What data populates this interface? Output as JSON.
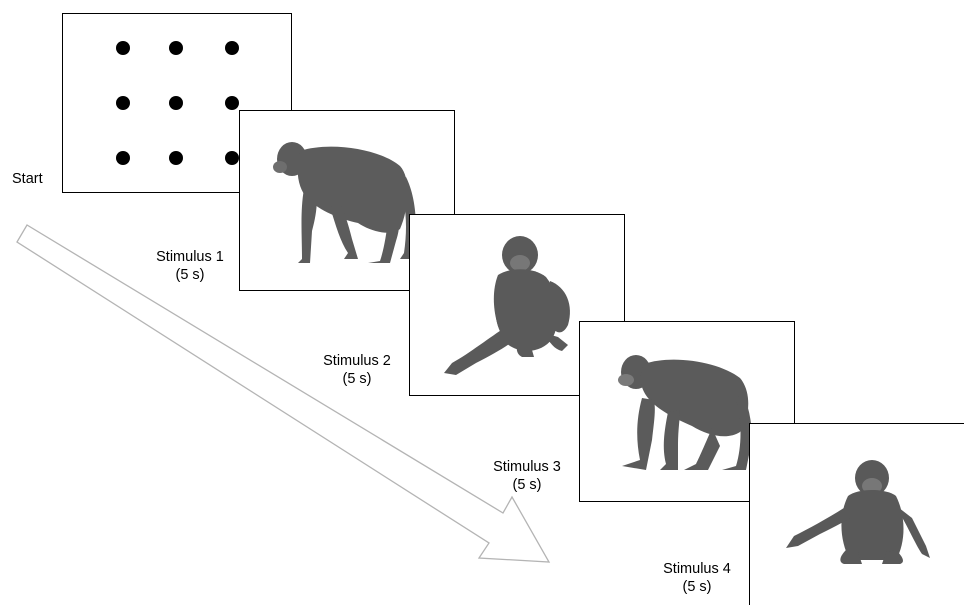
{
  "start_label": "Start",
  "stimuli": [
    {
      "label": "Stimulus 1",
      "duration": "(5 s)"
    },
    {
      "label": "Stimulus 2",
      "duration": "(5 s)"
    },
    {
      "label": "Stimulus 3",
      "duration": "(5 s)"
    },
    {
      "label": "Stimulus 4",
      "duration": "(5 s)"
    }
  ],
  "colors": {
    "frame_border": "#000000",
    "dot": "#000000",
    "arrow": "#b4b4b4",
    "chimp": "#5a5a5a"
  },
  "icons": {
    "start_grid": "nine-dot-grid",
    "stimulus_images": "chimpanzee-photo",
    "time_arrow": "arrow-down-right"
  }
}
